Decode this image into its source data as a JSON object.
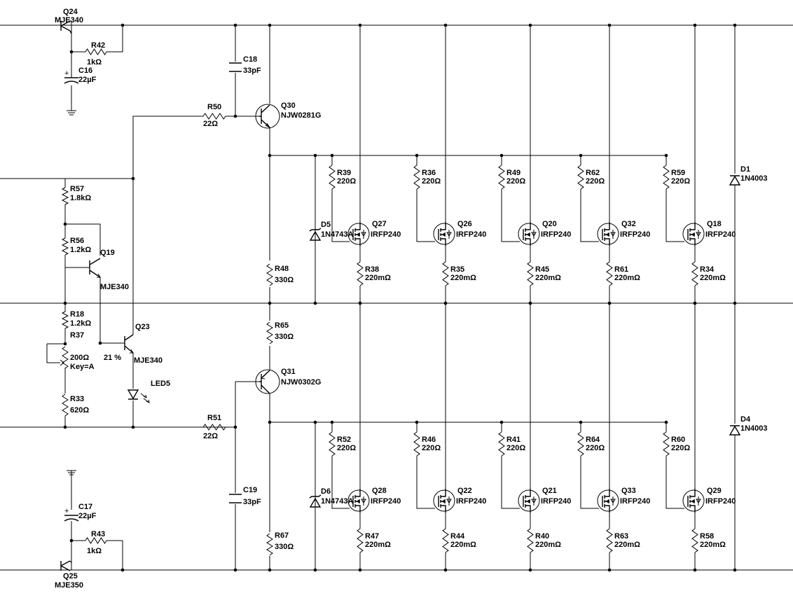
{
  "components": [
    {
      "ref": "Q24",
      "value": "MJE340"
    },
    {
      "ref": "R42",
      "value": "1kΩ"
    },
    {
      "ref": "C16",
      "value": "22µF"
    },
    {
      "ref": "C18",
      "value": "33pF"
    },
    {
      "ref": "R50",
      "value": "22Ω"
    },
    {
      "ref": "Q30",
      "value": "NJW0281G"
    },
    {
      "ref": "R57",
      "value": "1.8kΩ"
    },
    {
      "ref": "R56",
      "value": "1.2kΩ"
    },
    {
      "ref": "Q19",
      "value": "MJE340"
    },
    {
      "ref": "R18",
      "value": "1.2kΩ"
    },
    {
      "ref": "R37",
      "value": "200Ω",
      "extra": "Key=A",
      "setting": "21 %"
    },
    {
      "ref": "Q23",
      "value": "MJE340"
    },
    {
      "ref": "LED5",
      "value": ""
    },
    {
      "ref": "R33",
      "value": "620Ω"
    },
    {
      "ref": "R48",
      "value": "330Ω"
    },
    {
      "ref": "R65",
      "value": "330Ω"
    },
    {
      "ref": "Q31",
      "value": "NJW0302G"
    },
    {
      "ref": "R51",
      "value": "22Ω"
    },
    {
      "ref": "C19",
      "value": "33pF"
    },
    {
      "ref": "R67",
      "value": "330Ω"
    },
    {
      "ref": "C17",
      "value": "22µF"
    },
    {
      "ref": "R43",
      "value": "1kΩ"
    },
    {
      "ref": "Q25",
      "value": "MJE350"
    },
    {
      "ref": "D5",
      "value": "1N4743A"
    },
    {
      "ref": "D6",
      "value": "1N4743A"
    },
    {
      "ref": "D1",
      "value": "1N4003"
    },
    {
      "ref": "D4",
      "value": "1N4003"
    }
  ],
  "upper_stages": [
    {
      "gate_r": "R39",
      "gate_v": "220Ω",
      "fet": "Q27",
      "fet_v": "IRFP240",
      "src_r": "R38",
      "src_v": "220mΩ"
    },
    {
      "gate_r": "R36",
      "gate_v": "220Ω",
      "fet": "Q26",
      "fet_v": "IRFP240",
      "src_r": "R35",
      "src_v": "220mΩ"
    },
    {
      "gate_r": "R49",
      "gate_v": "220Ω",
      "fet": "Q20",
      "fet_v": "IRFP240",
      "src_r": "R45",
      "src_v": "220mΩ"
    },
    {
      "gate_r": "R62",
      "gate_v": "220Ω",
      "fet": "Q32",
      "fet_v": "IRFP240",
      "src_r": "R61",
      "src_v": "220mΩ"
    },
    {
      "gate_r": "R59",
      "gate_v": "220Ω",
      "fet": "Q18",
      "fet_v": "IRFP240",
      "src_r": "R34",
      "src_v": "220mΩ"
    }
  ],
  "lower_stages": [
    {
      "gate_r": "R52",
      "gate_v": "220Ω",
      "fet": "Q28",
      "fet_v": "IRFP240",
      "src_r": "R47",
      "src_v": "220mΩ"
    },
    {
      "gate_r": "R46",
      "gate_v": "220Ω",
      "fet": "Q22",
      "fet_v": "IRFP240",
      "src_r": "R44",
      "src_v": "220mΩ"
    },
    {
      "gate_r": "R41",
      "gate_v": "220Ω",
      "fet": "Q21",
      "fet_v": "IRFP240",
      "src_r": "R40",
      "src_v": "220mΩ"
    },
    {
      "gate_r": "R64",
      "gate_v": "220Ω",
      "fet": "Q33",
      "fet_v": "IRFP240",
      "src_r": "R63",
      "src_v": "220mΩ"
    },
    {
      "gate_r": "R60",
      "gate_v": "220Ω",
      "fet": "Q29",
      "fet_v": "IRFP240",
      "src_r": "R58",
      "src_v": "220mΩ"
    }
  ],
  "style": {
    "wire_color": "#000000",
    "polarity_color": "#d00000",
    "background": "#ffffff"
  }
}
